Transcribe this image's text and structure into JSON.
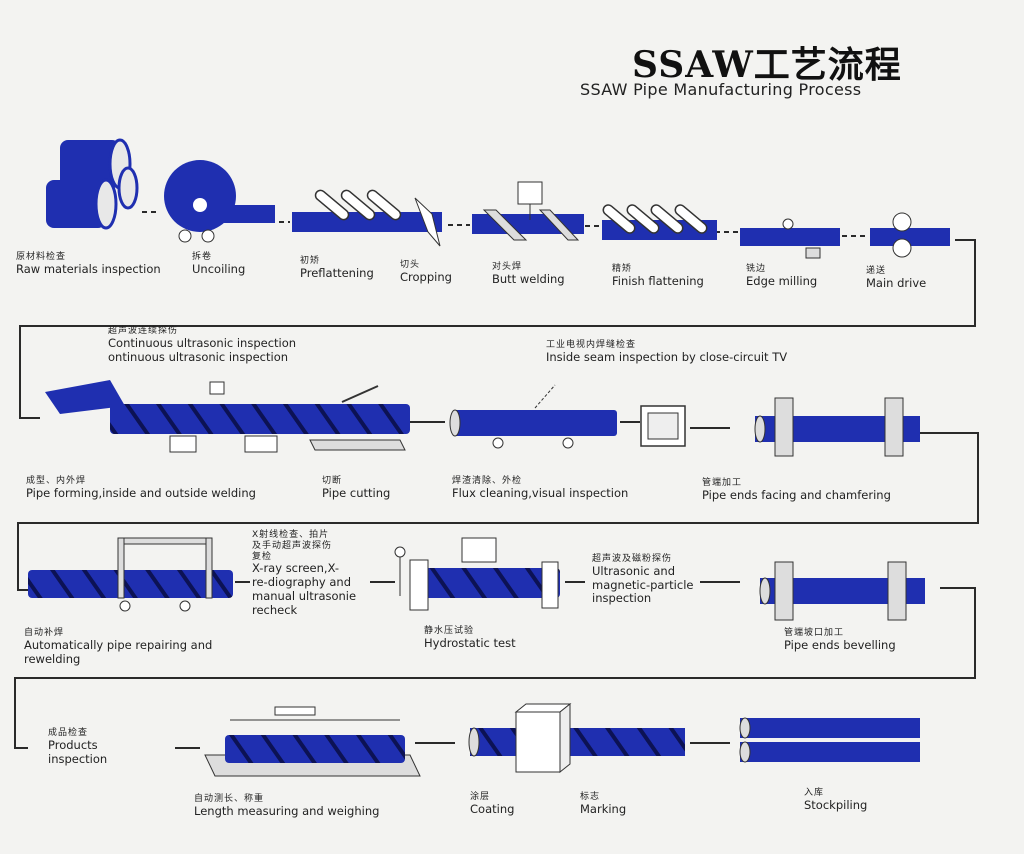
{
  "header": {
    "title_cn": "SSAW工艺流程",
    "title_en": "SSAW Pipe Manufacturing Process"
  },
  "colors": {
    "pipe_blue": "#1f2fb0",
    "stripe": "#0c1254",
    "line": "#2a2a2a",
    "roller": "#ffffff"
  },
  "steps": {
    "raw": {
      "cn": "原材料检查",
      "en": "Raw materials inspection"
    },
    "uncoil": {
      "cn": "拆卷",
      "en": "Uncoiling"
    },
    "preflat": {
      "cn": "初矫",
      "en": "Preflattening"
    },
    "crop": {
      "cn": "切头",
      "en": "Cropping"
    },
    "butt": {
      "cn": "对头焊",
      "en": "Butt welding"
    },
    "finish": {
      "cn": "精矫",
      "en": "Finish flattening"
    },
    "edge": {
      "cn": "铣边",
      "en": "Edge milling"
    },
    "drive": {
      "cn": "递送",
      "en": "Main drive"
    },
    "ut_cont": {
      "cn": "超声波连续探伤",
      "en1": "Continuous ultrasonic inspection",
      "en2": "ontinuous ultrasonic inspection"
    },
    "seam_tv": {
      "cn": "工业电视内焊缝检查",
      "en": "Inside seam inspection by close-circuit TV"
    },
    "forming": {
      "cn": "成型、内外焊",
      "en": "Pipe forming,inside and outside welding"
    },
    "cut": {
      "cn": "切断",
      "en": "Pipe cutting"
    },
    "flux": {
      "cn": "焊渣清除、外检",
      "en": "Flux cleaning,visual inspection"
    },
    "facing": {
      "cn": "管端加工",
      "en": "Pipe ends facing and chamfering"
    },
    "repair": {
      "cn": "自动补焊",
      "en1": "Automatically pipe repairing and",
      "en2": "rewelding"
    },
    "xray": {
      "cn1": "X射线检查、拍片",
      "cn2": "及手动超声波探伤",
      "cn3": "复检",
      "en1": "X-ray screen,X-",
      "en2": "re-diography and",
      "en3": "manual ultrasonie",
      "en4": "recheck"
    },
    "hydro": {
      "cn": "静水压试验",
      "en": "Hydrostatic test"
    },
    "ut_mag": {
      "cn": "超声波及磁粉探伤",
      "en1": "Ultrasonic and",
      "en2": "magnetic-particle",
      "en3": "inspection"
    },
    "bevel": {
      "cn": "管端坡口加工",
      "en": "Pipe ends bevelling"
    },
    "products": {
      "cn": "成品检查",
      "en1": "Products",
      "en2": "inspection"
    },
    "length": {
      "cn": "自动测长、称重",
      "en": "Length measuring and weighing"
    },
    "coating": {
      "cn": "涂层",
      "en": "Coating"
    },
    "marking": {
      "cn": "标志",
      "en": "Marking"
    },
    "stock": {
      "cn": "入库",
      "en": "Stockpiling"
    }
  }
}
